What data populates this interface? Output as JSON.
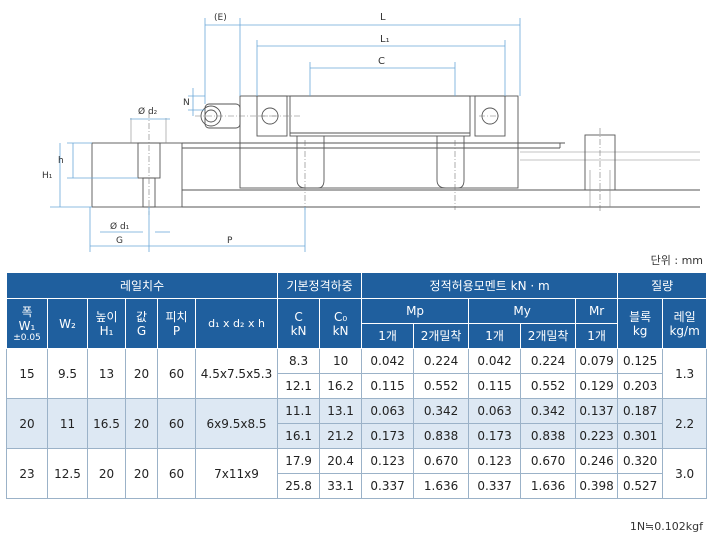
{
  "drawing": {
    "labels": {
      "E": "(E)",
      "L": "L",
      "L1": "L₁",
      "C": "C",
      "N": "N",
      "d2": "Ø d₂",
      "d1": "Ø d₁",
      "h": "h",
      "H1": "H₁",
      "G": "G",
      "P": "P"
    }
  },
  "unit_note": "단위 : mm",
  "table": {
    "groups": {
      "rail_dims": "레일치수",
      "basic_load": "기본정격하중",
      "static_moment": "정적허용모멘트 kN · m",
      "mass": "질량"
    },
    "cols": {
      "width_top": "폭",
      "width_mid": "W₁",
      "width_tol": "±0.05",
      "w2": "W₂",
      "height_top": "높이",
      "height_bot": "H₁",
      "g_top": "값",
      "g_bot": "G",
      "pitch_top": "피치",
      "pitch_bot": "P",
      "holes": "d₁ x d₂ x h",
      "c_top": "C",
      "c_bot": "kN",
      "c0_top": "C₀",
      "c0_bot": "kN",
      "mp": "Mp",
      "my": "My",
      "mr": "Mr",
      "one": "1개",
      "two": "2개밀착",
      "block_top": "블록",
      "block_bot": "kg",
      "rail_top": "레일",
      "rail_bot": "kg/m"
    },
    "groups_rows": [
      {
        "w1": "15",
        "w2": "9.5",
        "h1": "13",
        "g": "20",
        "p": "60",
        "holes": "4.5x7.5x5.3",
        "rail": "1.3",
        "rows": [
          {
            "c": "8.3",
            "c0": "10",
            "mp1": "0.042",
            "mp2": "0.224",
            "my1": "0.042",
            "my2": "0.224",
            "mr": "0.079",
            "block": "0.125"
          },
          {
            "c": "12.1",
            "c0": "16.2",
            "mp1": "0.115",
            "mp2": "0.552",
            "my1": "0.115",
            "my2": "0.552",
            "mr": "0.129",
            "block": "0.203"
          }
        ]
      },
      {
        "w1": "20",
        "w2": "11",
        "h1": "16.5",
        "g": "20",
        "p": "60",
        "holes": "6x9.5x8.5",
        "rail": "2.2",
        "rows": [
          {
            "c": "11.1",
            "c0": "13.1",
            "mp1": "0.063",
            "mp2": "0.342",
            "my1": "0.063",
            "my2": "0.342",
            "mr": "0.137",
            "block": "0.187"
          },
          {
            "c": "16.1",
            "c0": "21.2",
            "mp1": "0.173",
            "mp2": "0.838",
            "my1": "0.173",
            "my2": "0.838",
            "mr": "0.223",
            "block": "0.301"
          }
        ]
      },
      {
        "w1": "23",
        "w2": "12.5",
        "h1": "20",
        "g": "20",
        "p": "60",
        "holes": "7x11x9",
        "rail": "3.0",
        "rows": [
          {
            "c": "17.9",
            "c0": "20.4",
            "mp1": "0.123",
            "mp2": "0.670",
            "my1": "0.123",
            "my2": "0.670",
            "mr": "0.246",
            "block": "0.320"
          },
          {
            "c": "25.8",
            "c0": "33.1",
            "mp1": "0.337",
            "mp2": "1.636",
            "my1": "0.337",
            "my2": "1.636",
            "mr": "0.398",
            "block": "0.527"
          }
        ]
      }
    ]
  },
  "footnote": "1N≒0.102kgf"
}
